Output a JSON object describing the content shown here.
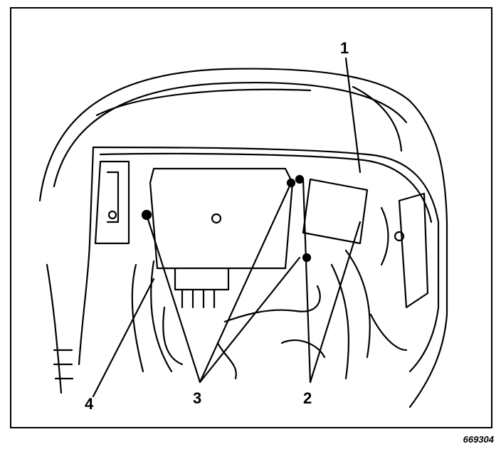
{
  "callouts": {
    "one": "1",
    "two": "2",
    "three": "3",
    "four": "4"
  },
  "figure_id": "669304",
  "colors": {
    "line": "#000000",
    "background": "#ffffff"
  }
}
